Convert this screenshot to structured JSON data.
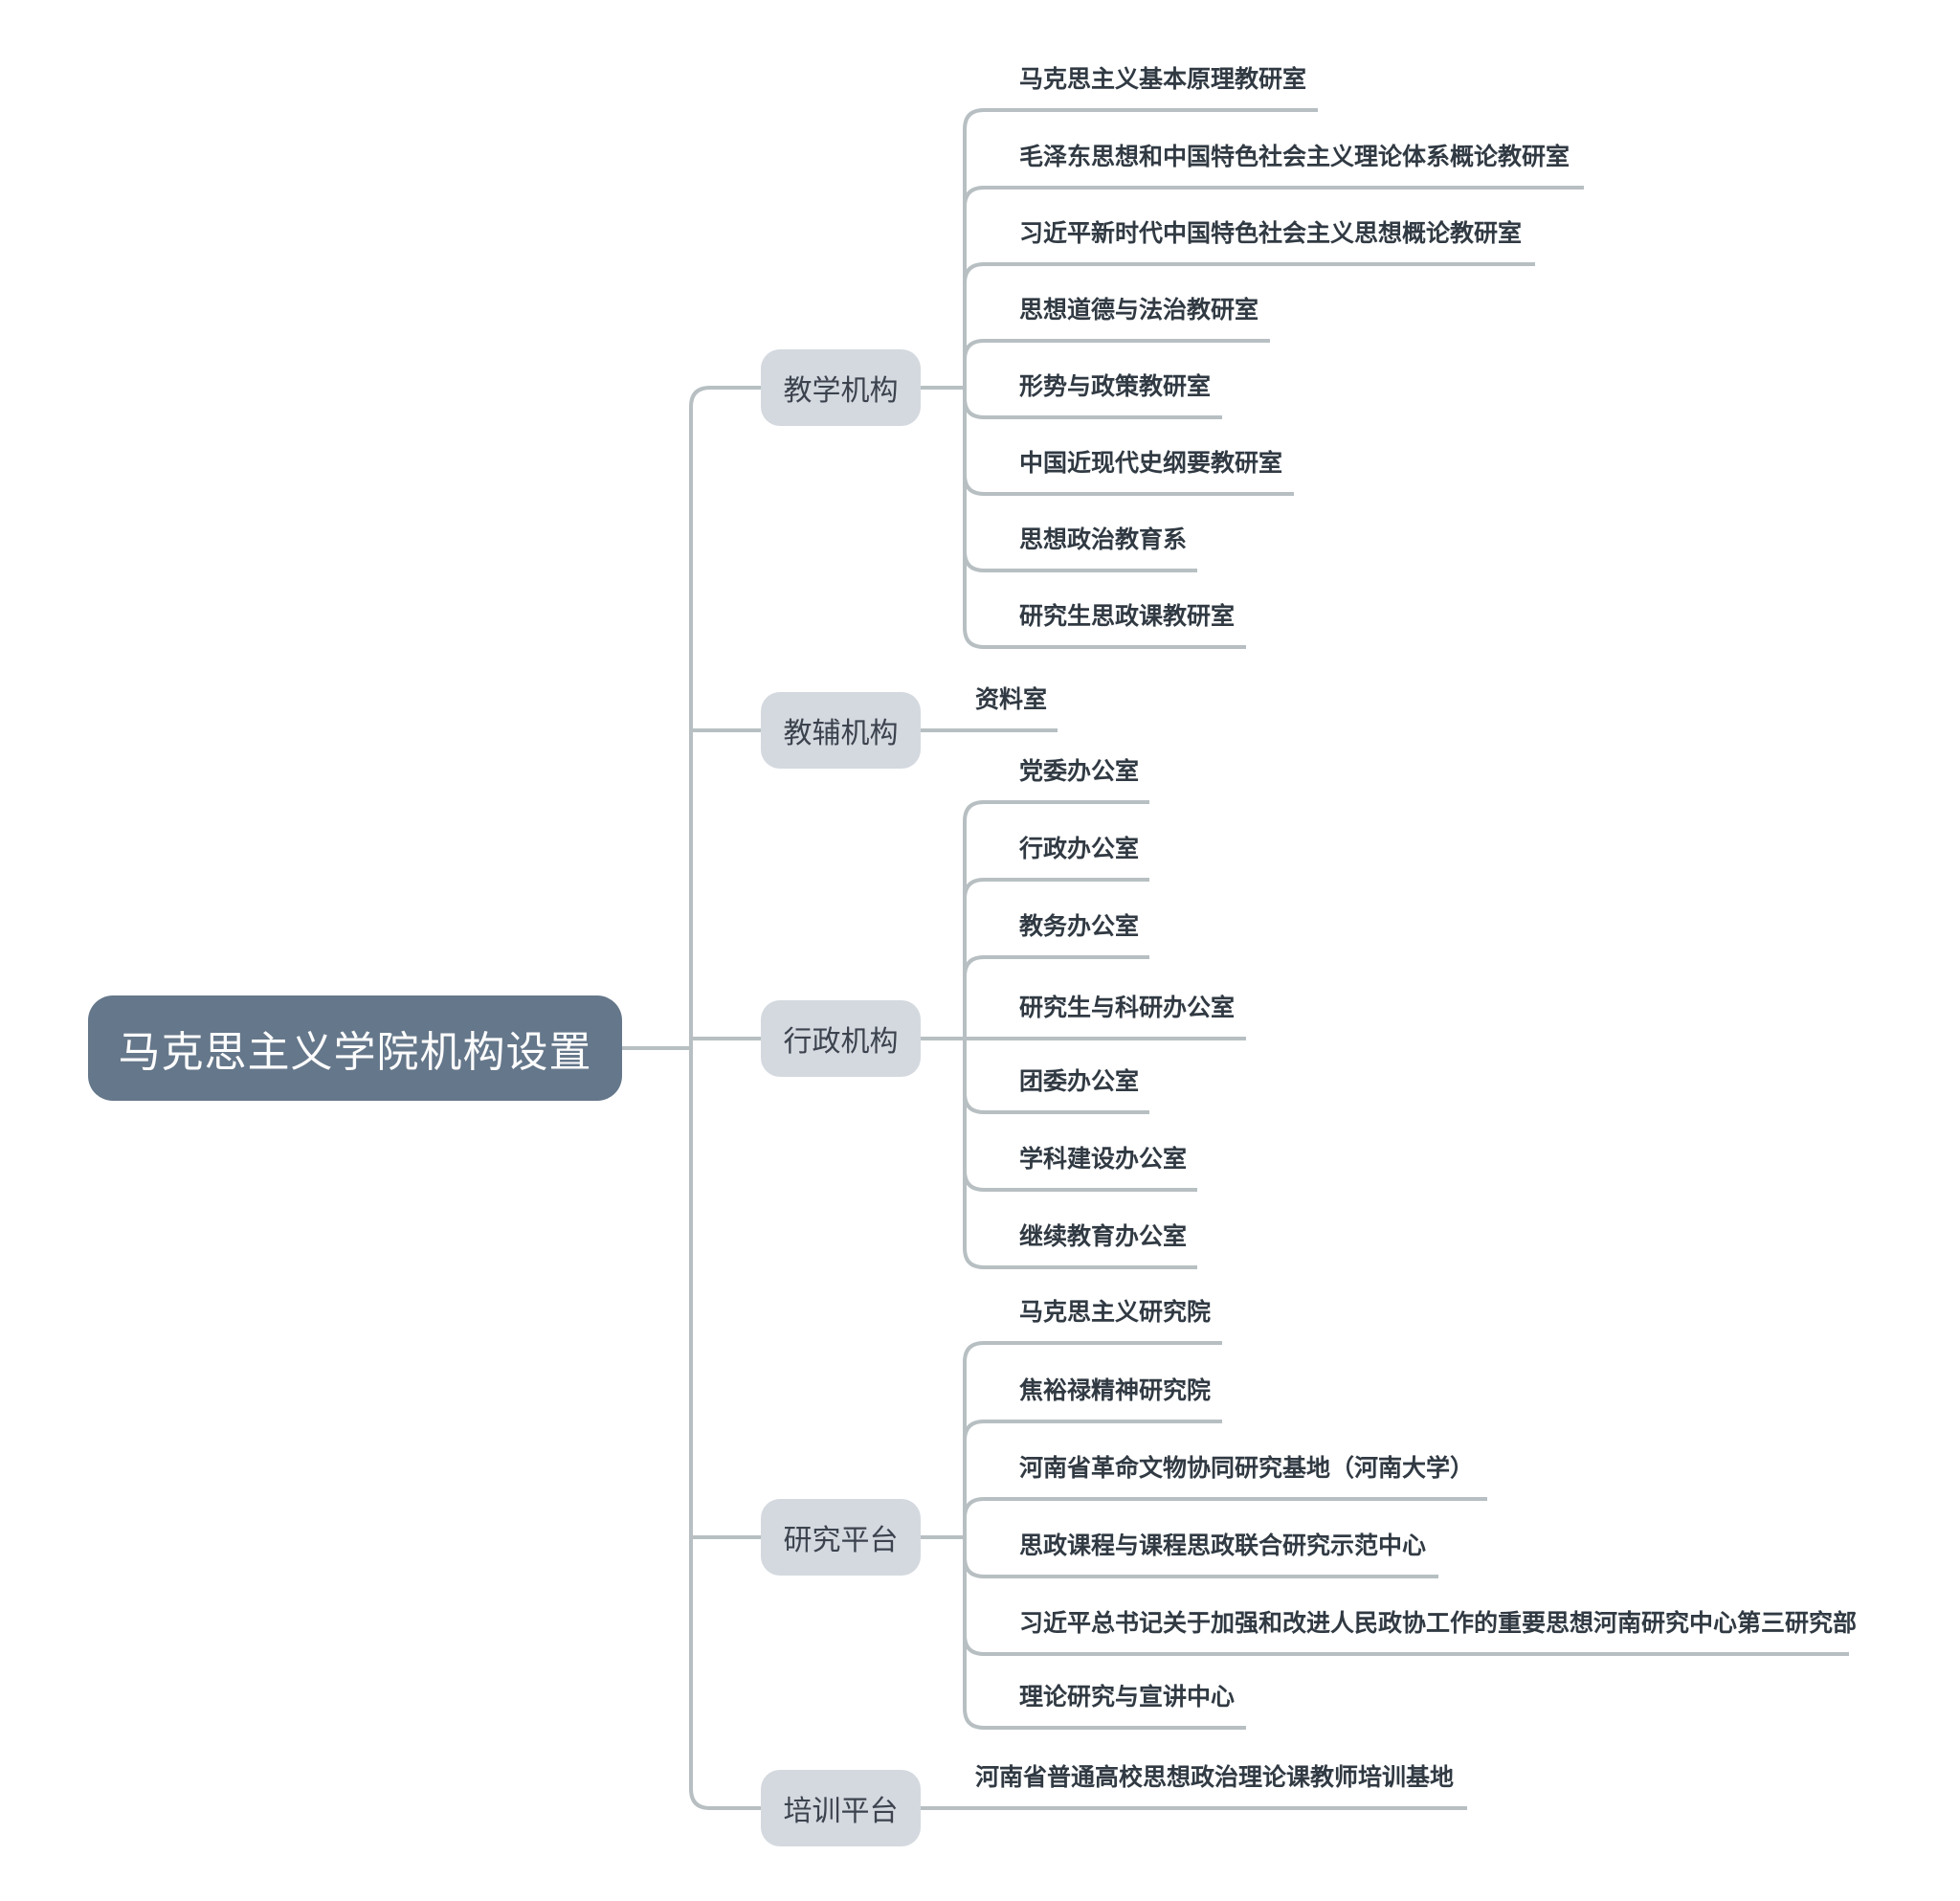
{
  "root": {
    "label": "马克思主义学院机构设置"
  },
  "branches": [
    {
      "label": "教学机构",
      "children": [
        "马克思主义基本原理教研室",
        "毛泽东思想和中国特色社会主义理论体系概论教研室",
        "习近平新时代中国特色社会主义思想概论教研室",
        "思想道德与法治教研室",
        "形势与政策教研室",
        "中国近现代史纲要教研室",
        "思想政治教育系",
        "研究生思政课教研室"
      ]
    },
    {
      "label": "教辅机构",
      "children": [
        "资料室"
      ]
    },
    {
      "label": "行政机构",
      "children": [
        "党委办公室",
        "行政办公室",
        "教务办公室",
        "研究生与科研办公室",
        "团委办公室",
        "学科建设办公室",
        "继续教育办公室"
      ]
    },
    {
      "label": "研究平台",
      "children": [
        "马克思主义研究院",
        "焦裕禄精神研究院",
        "河南省革命文物协同研究基地（河南大学）",
        "思政课程与课程思政联合研究示范中心",
        "习近平总书记关于加强和改进人民政协工作的重要思想河南研究中心第三研究部",
        "理论研究与宣讲中心"
      ]
    },
    {
      "label": "培训平台",
      "children": [
        "河南省普通高校思想政治理论课教师培训基地"
      ]
    }
  ],
  "colors": {
    "page_bg": "#ffffff",
    "root_bg": "#65778a",
    "root_text": "#fdfdfd",
    "branch_bg": "#d4d9df",
    "branch_text": "#3c434e",
    "leaf_text": "#313a43",
    "line": "#b7bfc2"
  }
}
